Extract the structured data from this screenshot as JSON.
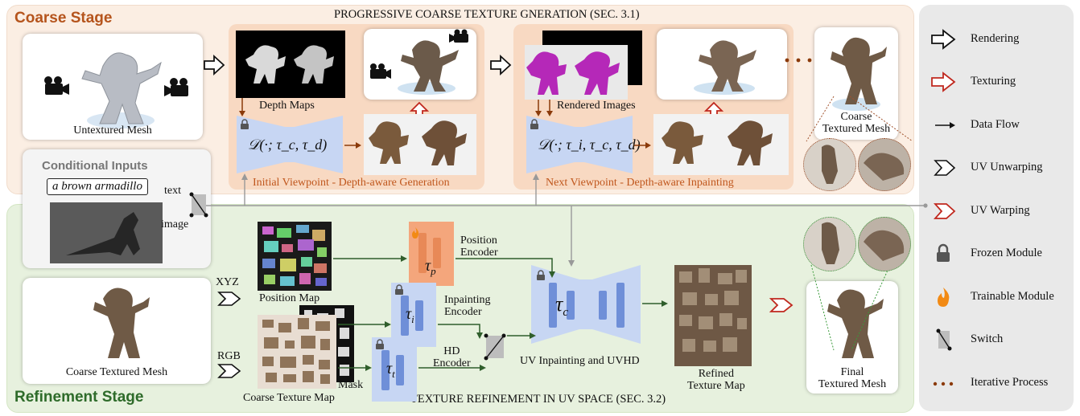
{
  "coarse_stage": {
    "title": "Coarse Stage",
    "header": "PROGRESSIVE COARSE TEXTURE GNERATION (SEC. 3.1)",
    "untextured_mesh": "Untextured Mesh",
    "depth_maps": "Depth Maps",
    "rendered_images": "Rendered Images",
    "diffusion_initial": "𝒟(·; τ_c, τ_d)",
    "diffusion_next": "𝒟(·; τ_i, τ_c, τ_d)",
    "initial_panel": "Initial Viewpoint - Depth-aware Generation",
    "next_panel": "Next Viewpoint - Depth-aware Inpainting",
    "coarse_mesh": "Coarse\nTextured Mesh"
  },
  "conditional_inputs": {
    "title": "Conditional Inputs",
    "prompt": "a brown armadillo",
    "text_label": "text",
    "image_label": "image"
  },
  "refinement_stage": {
    "title": "Refinement Stage",
    "header": "TEXTURE REFINEMENT IN UV SPACE (SEC. 3.2)",
    "coarse_mesh": "Coarse Textured Mesh",
    "xyz": "XYZ",
    "rgb": "RGB",
    "position_map": "Position Map",
    "coarse_texture_map": "Coarse Texture Map",
    "mask": "Mask",
    "position_encoder": "Position\nEncoder",
    "inpainting_encoder": "Inpainting\nEncoder",
    "hd_encoder": "HD\nEncoder",
    "tau_p": "τ",
    "tau_p_sub": "p",
    "tau_i": "τ",
    "tau_i_sub": "i",
    "tau_t": "τ",
    "tau_t_sub": "t",
    "tau_c": "τ",
    "tau_c_sub": "c",
    "uv_label": "UV Inpainting and UVHD",
    "refined_texture": "Refined\nTexture Map",
    "final_mesh": "Final\nTextured Mesh"
  },
  "legend": [
    {
      "icon": "white-arrow-icon",
      "label": "Rendering"
    },
    {
      "icon": "red-arrow-icon",
      "label": "Texturing"
    },
    {
      "icon": "data-flow-arrow-icon",
      "label": "Data Flow"
    },
    {
      "icon": "uv-unwarp-chevron-icon",
      "label": "UV Unwarping"
    },
    {
      "icon": "uv-warp-chevron-icon",
      "label": "UV Warping"
    },
    {
      "icon": "lock-icon",
      "label": "Frozen Module"
    },
    {
      "icon": "fire-icon",
      "label": "Trainable Module"
    },
    {
      "icon": "switch-icon",
      "label": "Switch"
    },
    {
      "icon": "dots-icon",
      "label": "Iterative Process"
    }
  ],
  "colors": {
    "coarse_bg": "#fbeee3",
    "refine_bg": "#e7f1de",
    "coarse_title": "#b5541c",
    "refine_title": "#2e6b2a",
    "texturing_red": "#c0281e",
    "data_flow_brown": "#8b3a0a",
    "data_flow_green": "#2f5e2b",
    "encoder_blue": "#c7d6f3",
    "encoder_orange": "#f4a67c"
  }
}
